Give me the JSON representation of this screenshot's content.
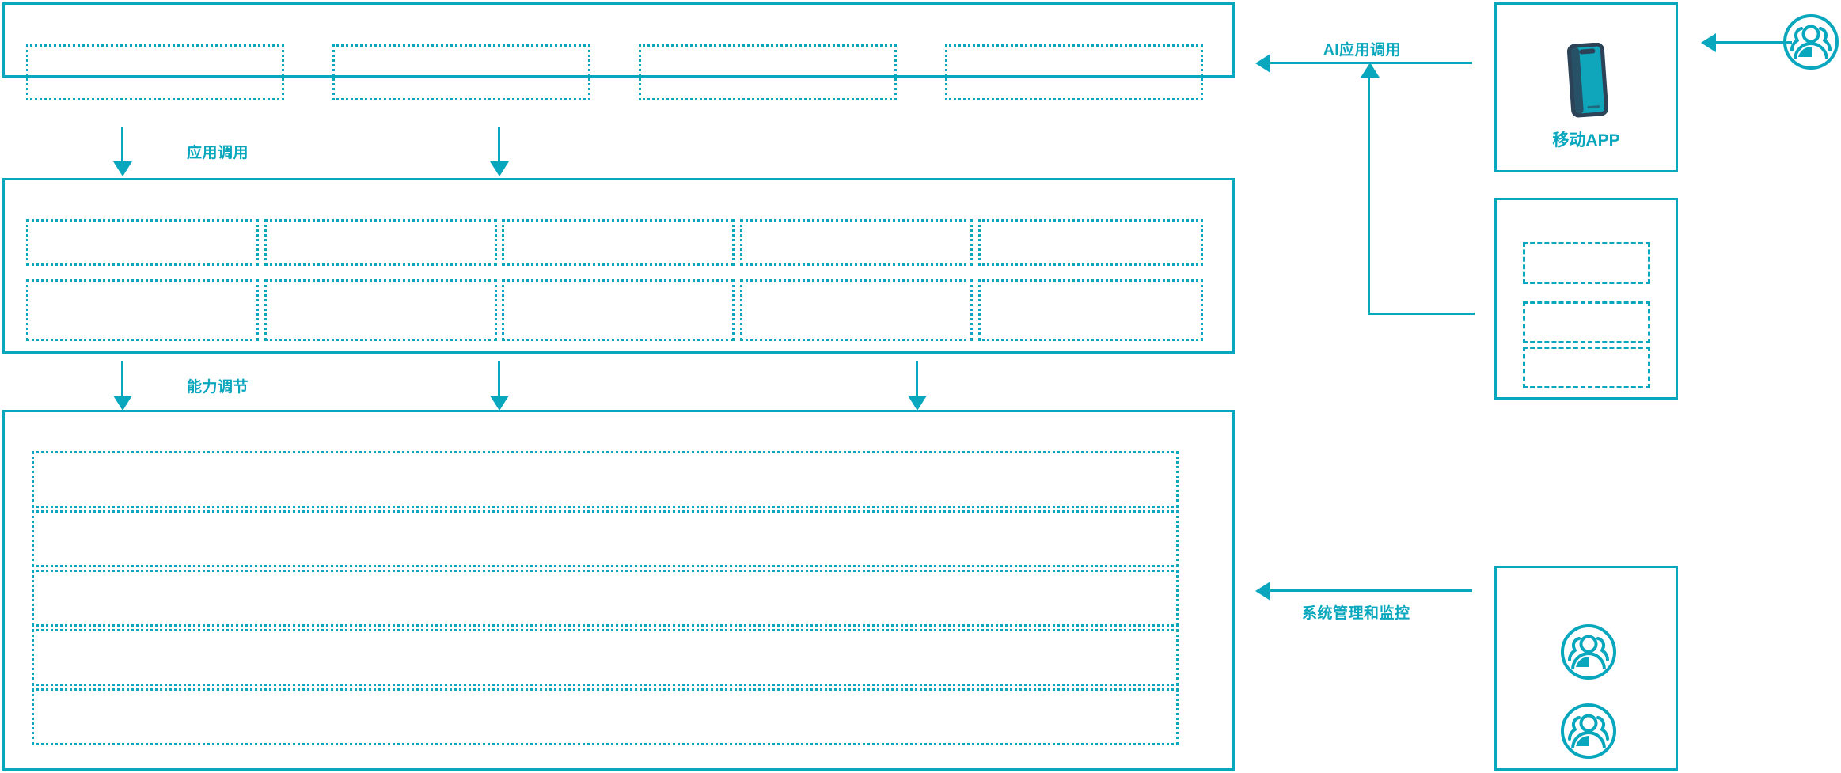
{
  "diagram": {
    "accent_color": "#09a7bd",
    "background": "#ffffff",
    "title": "",
    "layers": [
      {
        "id": "application-layer",
        "name": "application-layer",
        "boxes": [
          {
            "id": "app-box-1",
            "label": ""
          },
          {
            "id": "app-box-2",
            "label": ""
          },
          {
            "id": "app-box-3",
            "label": ""
          },
          {
            "id": "app-box-4",
            "label": ""
          }
        ]
      },
      {
        "id": "capability-layer",
        "name": "capability-layer",
        "boxes": [
          {
            "id": "cap-box-r1c1",
            "label": ""
          },
          {
            "id": "cap-box-r1c2",
            "label": ""
          },
          {
            "id": "cap-box-r1c3",
            "label": ""
          },
          {
            "id": "cap-box-r1c4",
            "label": ""
          },
          {
            "id": "cap-box-r1c5",
            "label": ""
          },
          {
            "id": "cap-box-r2c1",
            "label": ""
          },
          {
            "id": "cap-box-r2c2",
            "label": ""
          },
          {
            "id": "cap-box-r2c3",
            "label": ""
          },
          {
            "id": "cap-box-r2c4",
            "label": ""
          },
          {
            "id": "cap-box-r2c5",
            "label": ""
          }
        ]
      },
      {
        "id": "infrastructure-layer",
        "name": "infrastructure-layer",
        "boxes": [
          {
            "id": "infra-row-1",
            "label": ""
          },
          {
            "id": "infra-row-2",
            "label": ""
          },
          {
            "id": "infra-row-3",
            "label": ""
          },
          {
            "id": "infra-row-4",
            "label": ""
          },
          {
            "id": "infra-row-5",
            "label": ""
          }
        ]
      }
    ],
    "flow_labels": {
      "application_call": "应用调用",
      "capability_adjust": "能力调节",
      "ai_application_call": "AI应用调用",
      "system_management_monitoring": "系统管理和监控"
    },
    "right_panels": [
      {
        "id": "mobile-app-panel",
        "name": "mobile-app-panel",
        "icon": "mobile-phone-icon",
        "label": "移动APP"
      },
      {
        "id": "secondary-panel",
        "name": "secondary-panel",
        "label": "",
        "boxes": [
          {
            "id": "secondary-box-1",
            "label": ""
          },
          {
            "id": "secondary-box-2",
            "label": ""
          },
          {
            "id": "secondary-box-3",
            "label": ""
          }
        ]
      },
      {
        "id": "operations-panel",
        "name": "operations-panel",
        "label": "",
        "icons": [
          "user-group-icon",
          "user-group-icon"
        ]
      }
    ],
    "external_actor": {
      "id": "external-user",
      "icon": "user-group-icon",
      "label": ""
    }
  }
}
